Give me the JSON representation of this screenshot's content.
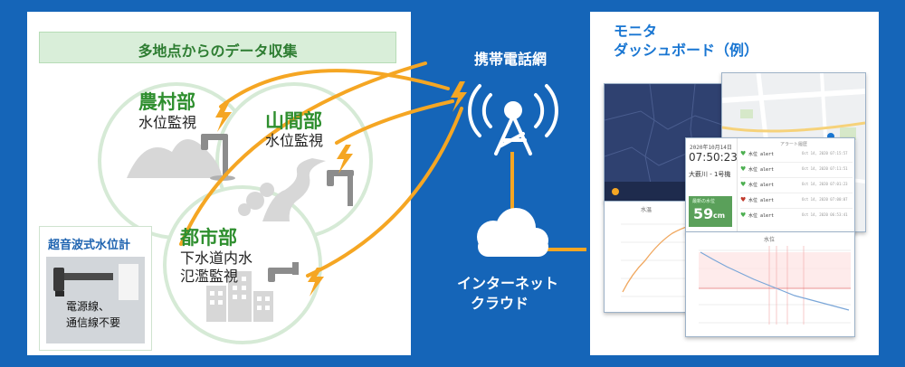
{
  "header": {
    "banner_title": "多地点からのデータ収集"
  },
  "regions": {
    "farm": {
      "name": "農村部",
      "desc": "水位監視"
    },
    "mountain": {
      "name": "山間部",
      "desc": "水位監視"
    },
    "city": {
      "name": "都市部",
      "desc1": "下水道内水",
      "desc2": "氾濫監視"
    }
  },
  "sensor": {
    "title": "超音波式水位計",
    "note1": "電源線、",
    "note2": "通信線不要"
  },
  "network": {
    "mobile": "携帯電話網",
    "cloud1": "インターネット",
    "cloud2": "クラウド"
  },
  "dashboard": {
    "title1": "モニタ",
    "title2": "ダッシュボード（例）",
    "date": "2020年10月14日",
    "time": "07:50:23",
    "station": "大薮川 - 1号機",
    "level_label": "最新の水位",
    "level_value": "59",
    "level_unit": "cm",
    "alert_title": "アラート履歴",
    "alerts": [
      {
        "name": "水位 alert",
        "date": "Oct 14, 2020 07:15:57"
      },
      {
        "name": "水位 alert",
        "date": "Oct 14, 2020 07:11:51"
      },
      {
        "name": "水位 alert",
        "date": "Oct 14, 2020 07:01:23"
      },
      {
        "name": "水位 alert",
        "date": "Oct 14, 2020 07:00:07"
      },
      {
        "name": "水位 alert",
        "date": "Oct 14, 2020 06:53:41"
      }
    ],
    "chart_label": "水位",
    "rising_label": "水温"
  },
  "colors": {
    "background": "#1565b8",
    "green_region": "#2f8f2f",
    "link_orange": "#f5a623",
    "tower_blue": "#1565b8"
  }
}
